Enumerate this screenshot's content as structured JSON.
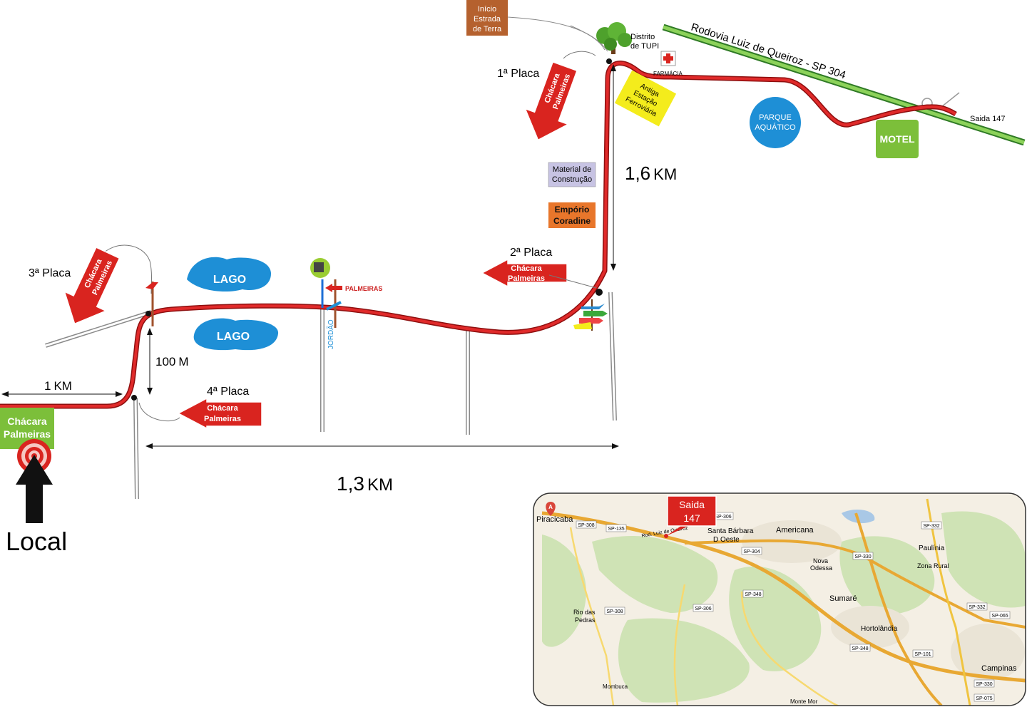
{
  "labels": {
    "inicio_estrada_1": "Início",
    "inicio_estrada_2": "Estrada",
    "inicio_estrada_3": "de Terra",
    "distrito_1": "Distrito",
    "distrito_2": "de TUPI",
    "farmacia": "FARMÁCIA",
    "rodovia": "Rodovia Luiz de Queiroz - SP 304",
    "antiga_1": "Antiga",
    "antiga_2": "Estação",
    "antiga_3": "Ferroviária",
    "parque_1": "PARQUE",
    "parque_2": "AQUÁTICO",
    "motel": "MOTEL",
    "saida": "Saida 147",
    "placa1": "1ª Placa",
    "placa2": "2ª Placa",
    "placa3": "3ª Placa",
    "placa4": "4ª Placa",
    "arrow_1": "Chácara",
    "arrow_2": "Palmeiras",
    "material_1": "Material de",
    "material_2": "Construção",
    "emporio_1": "Empório",
    "emporio_2": "Coradine",
    "dist_16_num": "1,6",
    "dist_16_unit": "KM",
    "dist_13_num": "1,3",
    "dist_13_unit": "KM",
    "dist_1_num": "1",
    "dist_1_unit": "KM",
    "dist_100_num": "100",
    "dist_100_unit": "M",
    "lago": "LAGO",
    "palmeiras_sign": "PALMEIRAS",
    "jordao": "JORDÃO",
    "chacara_1": "Chácara",
    "chacara_2": "Palmeiras",
    "local": "Local"
  },
  "inset": {
    "marker": "A",
    "badge_1": "Saida",
    "badge_2": "147",
    "places": {
      "piracicaba": "Piracicaba",
      "santa_barbara_1": "Santa Bárbara",
      "santa_barbara_2": "D Oeste",
      "americana": "Americana",
      "nova_odessa_1": "Nova",
      "nova_odessa_2": "Odessa",
      "sumare": "Sumaré",
      "hortolandia": "Hortolândia",
      "paulinia": "Paulínia",
      "zona_rural": "Zona Rural",
      "rio_das_pedras_1": "Rio das",
      "rio_das_pedras_2": "Pedras",
      "campinas": "Campinas",
      "mombuca": "Mombuca",
      "monte_mor": "Monte Mor"
    },
    "roads": {
      "sp308_a": "SP-308",
      "sp135": "SP-135",
      "sp306_a": "SP-306",
      "sp304": "SP-304",
      "sp330_a": "SP-330",
      "sp332_a": "SP-332",
      "sp348_a": "SP-348",
      "sp306_b": "SP-306",
      "sp308_b": "SP-308",
      "sp348_b": "SP-348",
      "sp101": "SP-101",
      "sp332_b": "SP-332",
      "sp065": "SP-065",
      "sp330_b": "SP-330",
      "sp075": "SP-075",
      "rod_luiz": "Rod. Luiz de Queiroz"
    }
  },
  "colors": {
    "route": "#cc1f1f",
    "arrow": "#d9241f",
    "lake": "#1e8fd6",
    "green_box": "#7cbf3a",
    "brown_box": "#b5612e",
    "yellow_box": "#f4ec1c",
    "orange_box": "#e8762b",
    "lilac_box": "#c7c3e3",
    "highway": "#4a9a3a"
  }
}
